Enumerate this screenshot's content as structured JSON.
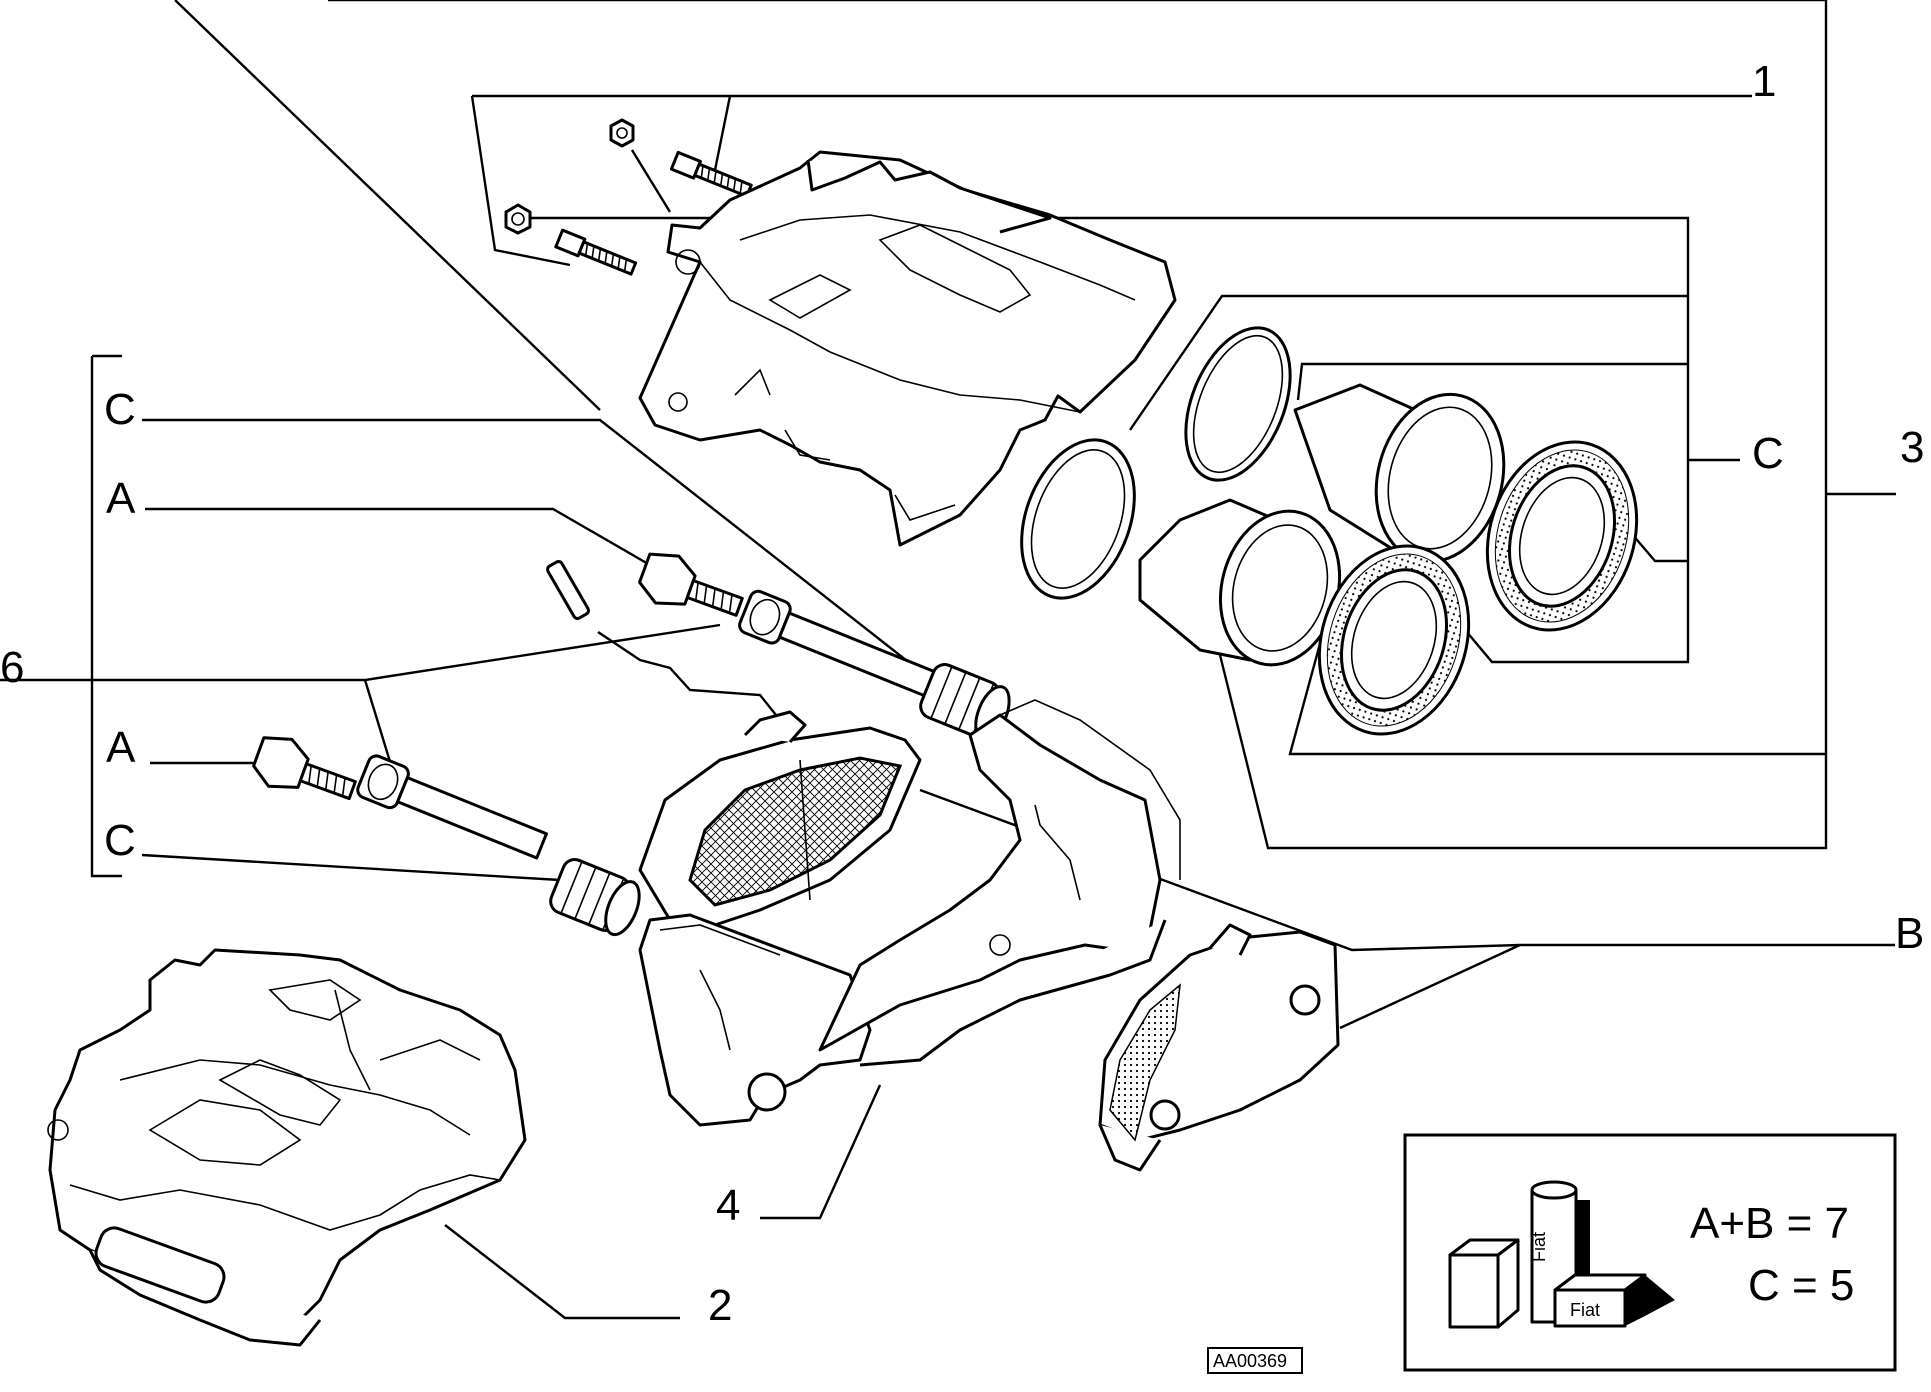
{
  "callouts": {
    "n1": "1",
    "n2": "2",
    "n3": "3",
    "n4": "4",
    "n6": "6",
    "c_top": "C",
    "a_top": "A",
    "a_bottom": "A",
    "c_bottom": "C",
    "c_right": "C",
    "b_right": "B"
  },
  "legend": {
    "line1": "A+B = 7",
    "line2": "C = 5",
    "can_brand": "Fiat",
    "box_brand": "Fiat"
  },
  "drawing_code": "AA00369"
}
